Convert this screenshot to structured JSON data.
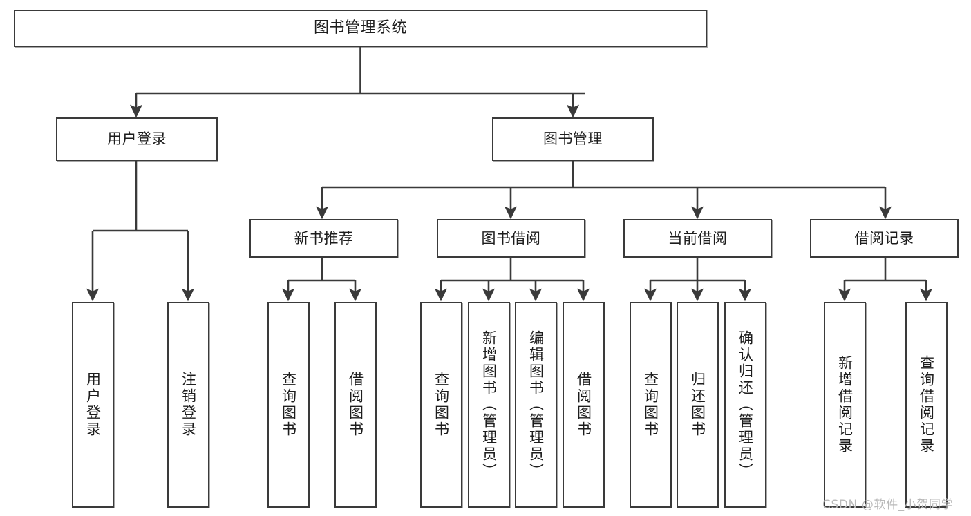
{
  "diagram": {
    "type": "tree",
    "title": "图书管理系统",
    "orientation": "top-down",
    "colors": {
      "box_border": "#3a3a3a",
      "box_fill": "#ffffff",
      "edge": "#3a3a3a",
      "text": "#1d1d1d",
      "watermark": "#b9b9b9"
    },
    "root": {
      "label": "图书管理系统"
    },
    "level1": [
      {
        "id": "user-login",
        "label": "用户登录"
      },
      {
        "id": "book-manage",
        "label": "图书管理"
      }
    ],
    "level2": [
      {
        "id": "new-book-recommend",
        "label": "新书推荐",
        "parent": "book-manage"
      },
      {
        "id": "book-borrow",
        "label": "图书借阅",
        "parent": "book-manage"
      },
      {
        "id": "current-borrow",
        "label": "当前借阅",
        "parent": "book-manage"
      },
      {
        "id": "borrow-record",
        "label": "借阅记录",
        "parent": "book-manage"
      }
    ],
    "leaves": [
      {
        "id": "leaf-user-login",
        "label": "用户登录",
        "parent": "user-login"
      },
      {
        "id": "leaf-logout-login",
        "label": "注销登录",
        "parent": "user-login"
      },
      {
        "id": "leaf-query-book-1",
        "label": "查询图书",
        "parent": "new-book-recommend"
      },
      {
        "id": "leaf-borrow-book-1",
        "label": "借阅图书",
        "parent": "new-book-recommend"
      },
      {
        "id": "leaf-query-book-2",
        "label": "查询图书",
        "parent": "book-borrow"
      },
      {
        "id": "leaf-add-book",
        "label": "新增图书（管理员）",
        "parent": "book-borrow"
      },
      {
        "id": "leaf-edit-book",
        "label": "编辑图书（管理员）",
        "parent": "book-borrow"
      },
      {
        "id": "leaf-borrow-book-2",
        "label": "借阅图书",
        "parent": "book-borrow"
      },
      {
        "id": "leaf-query-book-3",
        "label": "查询图书",
        "parent": "current-borrow"
      },
      {
        "id": "leaf-return-book",
        "label": "归还图书",
        "parent": "current-borrow"
      },
      {
        "id": "leaf-confirm-return",
        "label": "确认归还（管理员）",
        "parent": "current-borrow"
      },
      {
        "id": "leaf-add-record",
        "label": "新增借阅记录",
        "parent": "borrow-record"
      },
      {
        "id": "leaf-query-record",
        "label": "查询借阅记录",
        "parent": "borrow-record"
      }
    ]
  },
  "watermark": {
    "text": "CSDN @软件_小贺同学"
  }
}
